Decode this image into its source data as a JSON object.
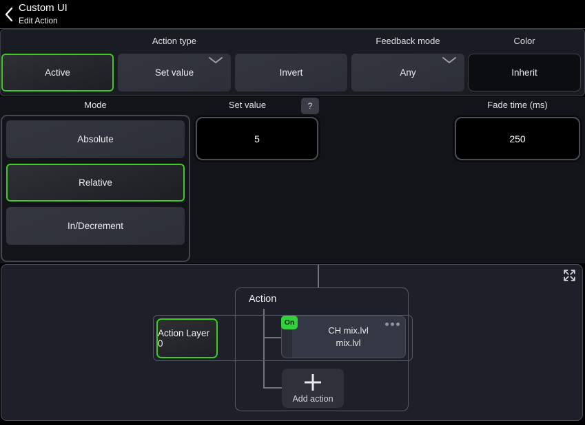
{
  "header": {
    "title": "Custom UI",
    "subtitle": "Edit Action"
  },
  "icons": {
    "back": "chevron-left",
    "dropdown": "chevron-down",
    "expand": "expand-arrows",
    "menu": "ellipsis",
    "add": "plus"
  },
  "action_type": {
    "label": "Action type",
    "active": "Active",
    "set_value": "Set value",
    "invert": "Invert"
  },
  "feedback_mode": {
    "label": "Feedback mode",
    "value": "Any"
  },
  "color": {
    "label": "Color",
    "value": "Inherit"
  },
  "mode": {
    "label": "Mode",
    "options": [
      "Absolute",
      "Relative",
      "In/Decrement"
    ],
    "selected": "Relative"
  },
  "set_value": {
    "label": "Set value",
    "help": "?",
    "value": "5"
  },
  "fade_time": {
    "label": "Fade time (ms)",
    "value": "250"
  },
  "graph": {
    "group_label": "Action",
    "layer_label": "Action Layer 0",
    "node": {
      "badge": "On",
      "line1": "CH mix.lvl",
      "line2": "mix.lvl"
    },
    "add_label": "Add action"
  },
  "colors": {
    "accent_green": "#3ecc1e",
    "badge_green": "#32d13c",
    "panel_bg": "#191c22",
    "graph_bg": "#1d2029",
    "button_bg": "#31343d"
  }
}
